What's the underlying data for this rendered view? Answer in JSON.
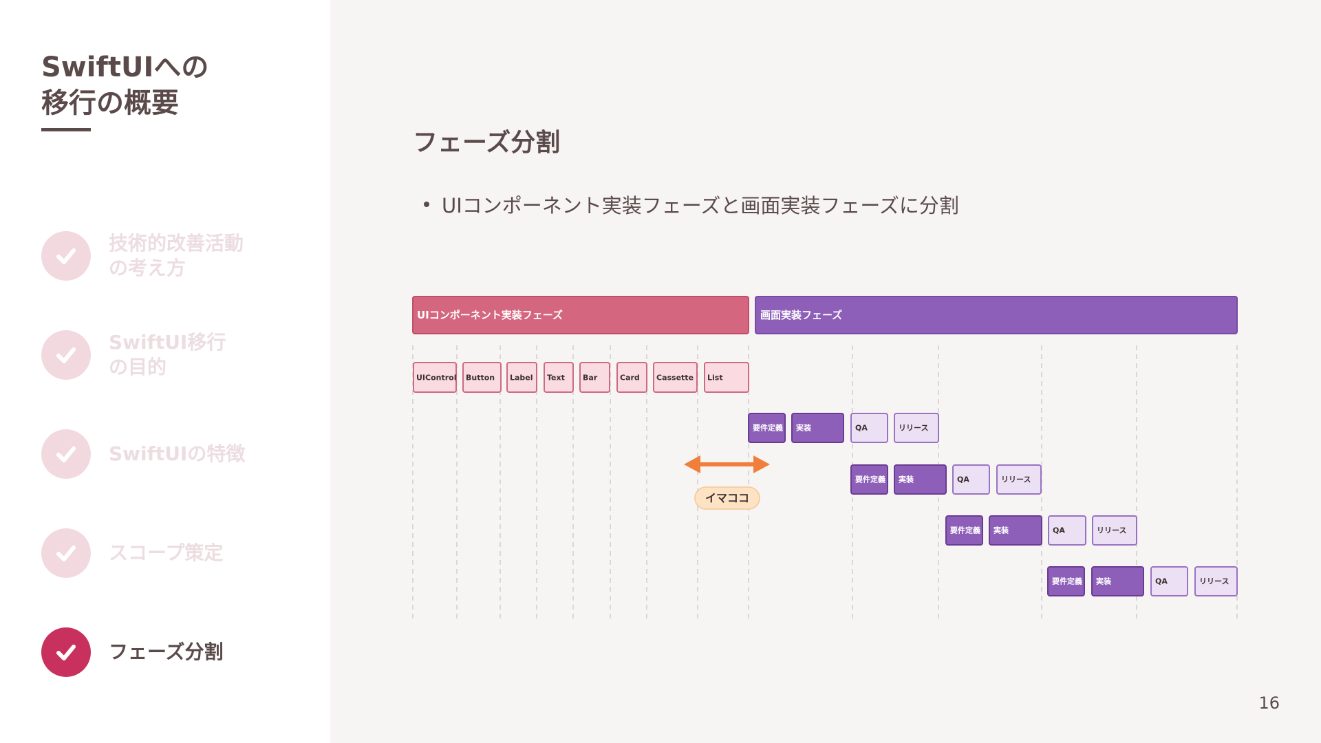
{
  "sidebar": {
    "title_lines": [
      "SwiftUIへの",
      "移行の概要"
    ],
    "items": [
      {
        "label": "技術的改善活動\nの考え方",
        "active": false
      },
      {
        "label": "SwiftUI移行\nの目的",
        "active": false
      },
      {
        "label": "SwiftUIの特徴",
        "active": false
      },
      {
        "label": "スコープ策定",
        "active": false
      },
      {
        "label": "フェーズ分割",
        "active": true
      }
    ]
  },
  "main": {
    "heading": "フェーズ分割",
    "bullet": "UIコンポーネント実装フェーズと画面実装フェーズに分割"
  },
  "diagram": {
    "phase_component": "UIコンポーネント実装フェーズ",
    "phase_screen": "画面実装フェーズ",
    "components": [
      "UIControl",
      "Button",
      "Label",
      "Text",
      "Bar",
      "Card",
      "Cassette",
      "List"
    ],
    "task_labels": [
      "要件定義",
      "実装",
      "QA",
      "リリース"
    ],
    "marker": "イマココ",
    "colors": {
      "component_phase": "#d4677f",
      "screen_phase": "#8d5fb8",
      "component_box": "#fadbe2",
      "task_dark": "#8d5fb8",
      "task_light": "#ece0f4",
      "arrow": "#f07f3c",
      "marker_bg": "#fde3c4"
    }
  },
  "page_number": "16"
}
